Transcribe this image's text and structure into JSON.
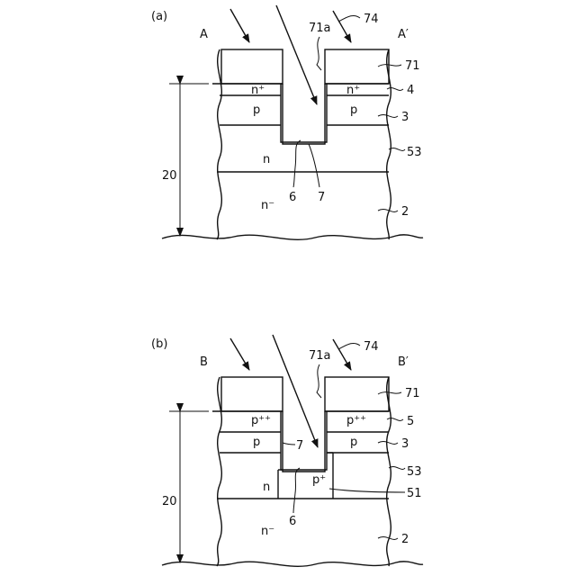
{
  "panels": [
    {
      "id": "a",
      "tag": "(a)",
      "left_label": "A",
      "right_label": "A′",
      "layer_top": "n⁺",
      "layer_mid": "p",
      "region_upper": "n",
      "region_lower": "n⁻",
      "dim_label": "20",
      "refs": {
        "r74": "74",
        "r71a": "71a",
        "r71": "71",
        "rlayer": "4",
        "r3": "3",
        "r53": "53",
        "r2": "2",
        "r6": "6",
        "r7": "7"
      }
    },
    {
      "id": "b",
      "tag": "(b)",
      "left_label": "B",
      "right_label": "B′",
      "layer_top": "p⁺⁺",
      "layer_mid": "p",
      "region_upper": "n",
      "region_plus": "p⁺",
      "region_lower": "n⁻",
      "dim_label": "20",
      "refs": {
        "r74": "74",
        "r71a": "71a",
        "r71": "71",
        "rlayer": "5",
        "r3": "3",
        "r53": "53",
        "r51": "51",
        "r2": "2",
        "r6": "6",
        "r7": "7"
      }
    }
  ]
}
